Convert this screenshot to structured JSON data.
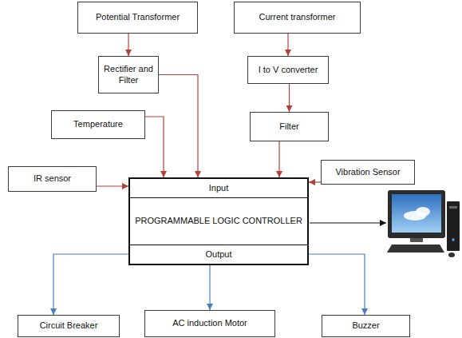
{
  "diagram": {
    "nodes": [
      {
        "text": [
          "Potential Transformer"
        ]
      },
      {
        "text": [
          "Current transformer"
        ]
      },
      {
        "text": [
          "Rectifier and Filter"
        ]
      },
      {
        "text": [
          "I to V converter"
        ]
      },
      {
        "text": [
          "Temperature"
        ]
      },
      {
        "text": [
          "Filter"
        ]
      },
      {
        "text": [
          "IR sensor"
        ]
      },
      {
        "text": [
          "Vibration Sensor"
        ]
      },
      {
        "text": [
          "Input",
          "PROGRAMMABLE LOGIC CONTROLLER",
          "Output"
        ]
      },
      {
        "text": [
          "Circuit Breaker"
        ]
      },
      {
        "text": [
          "AC induction Motor"
        ]
      },
      {
        "text": [
          "Buzzer"
        ]
      }
    ],
    "edges": [
      {
        "from": 0,
        "to": 2,
        "arrow": "to"
      },
      {
        "from": 1,
        "to": 3,
        "arrow": "to"
      },
      {
        "from": 2,
        "to": 8,
        "arrow": "to"
      },
      {
        "from": 3,
        "to": 5,
        "arrow": "to"
      },
      {
        "from": 5,
        "to": 8,
        "arrow": "to"
      },
      {
        "from": 4,
        "to": 8,
        "arrow": "to"
      },
      {
        "from": 6,
        "to": 8,
        "arrow": "to"
      },
      {
        "from": 7,
        "to": 8,
        "arrow": "to"
      },
      {
        "from": 8,
        "to": 9,
        "arrow": "to"
      },
      {
        "from": 8,
        "to": 10,
        "arrow": "to"
      },
      {
        "from": 8,
        "to": 11,
        "arrow": "to"
      }
    ]
  }
}
